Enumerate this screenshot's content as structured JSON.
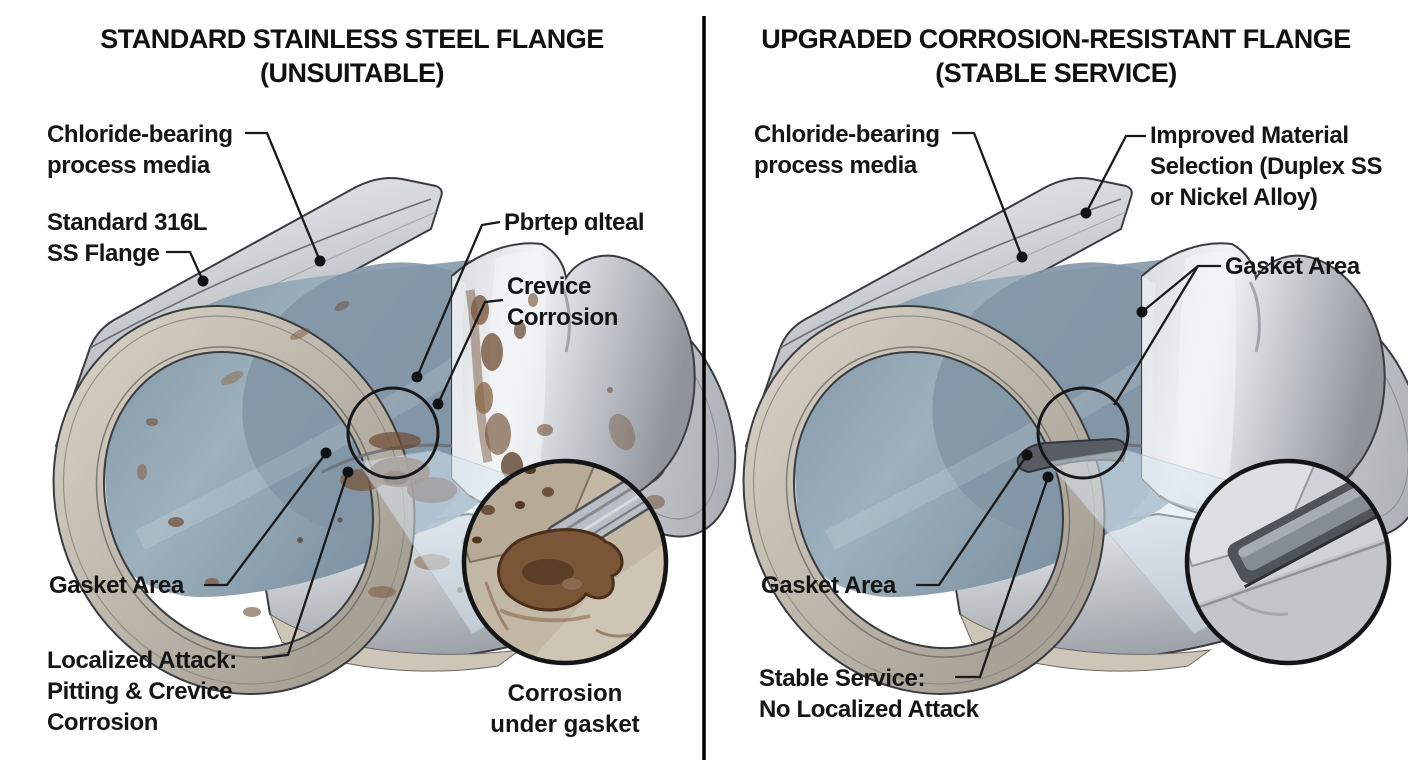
{
  "left_panel": {
    "title_line1": "STANDARD STAINLESS STEEL FLANGE",
    "title_line2": "(UNSUITABLE)",
    "labels": {
      "chloride_media": "Chloride-bearing\nprocess media",
      "flange_material": "Standard 316L\nSS Flange",
      "pitted_metal": "Pbrtep ɑlteal",
      "crevice_corrosion": "Crevice\nCorrosion",
      "gasket_area": "Gasket Area",
      "localized_attack": "Localized Attack:\nPitting & Crevice\nCorrosion",
      "inset_caption": "Corrosion\nunder gasket"
    }
  },
  "right_panel": {
    "title_line1": "UPGRADED CORROSION-RESISTANT FLANGE",
    "title_line2": "(STABLE SERVICE)",
    "labels": {
      "chloride_media": "Chloride-bearing\nprocess media",
      "improved_material": "Improved Material\nSelection (Duplex SS\nor Nickel Alloy)",
      "gasket_area_top": "Gasket Area",
      "gasket_area_bottom": "Gasket Area",
      "stable_service": "Stable Service:\nNo Localized Attack"
    }
  },
  "colors": {
    "bore_blue": "#8fa3b2",
    "metal_light": "#eef0f2",
    "metal_mid": "#b9bdc2",
    "cut_face_beige": "#ccc5b8",
    "corrosion_brown": "#7a5a42",
    "corrosion_dark": "#4a2f1c",
    "wedge_blue": "#d9e6f1",
    "line_black": "#1a1a1a"
  }
}
